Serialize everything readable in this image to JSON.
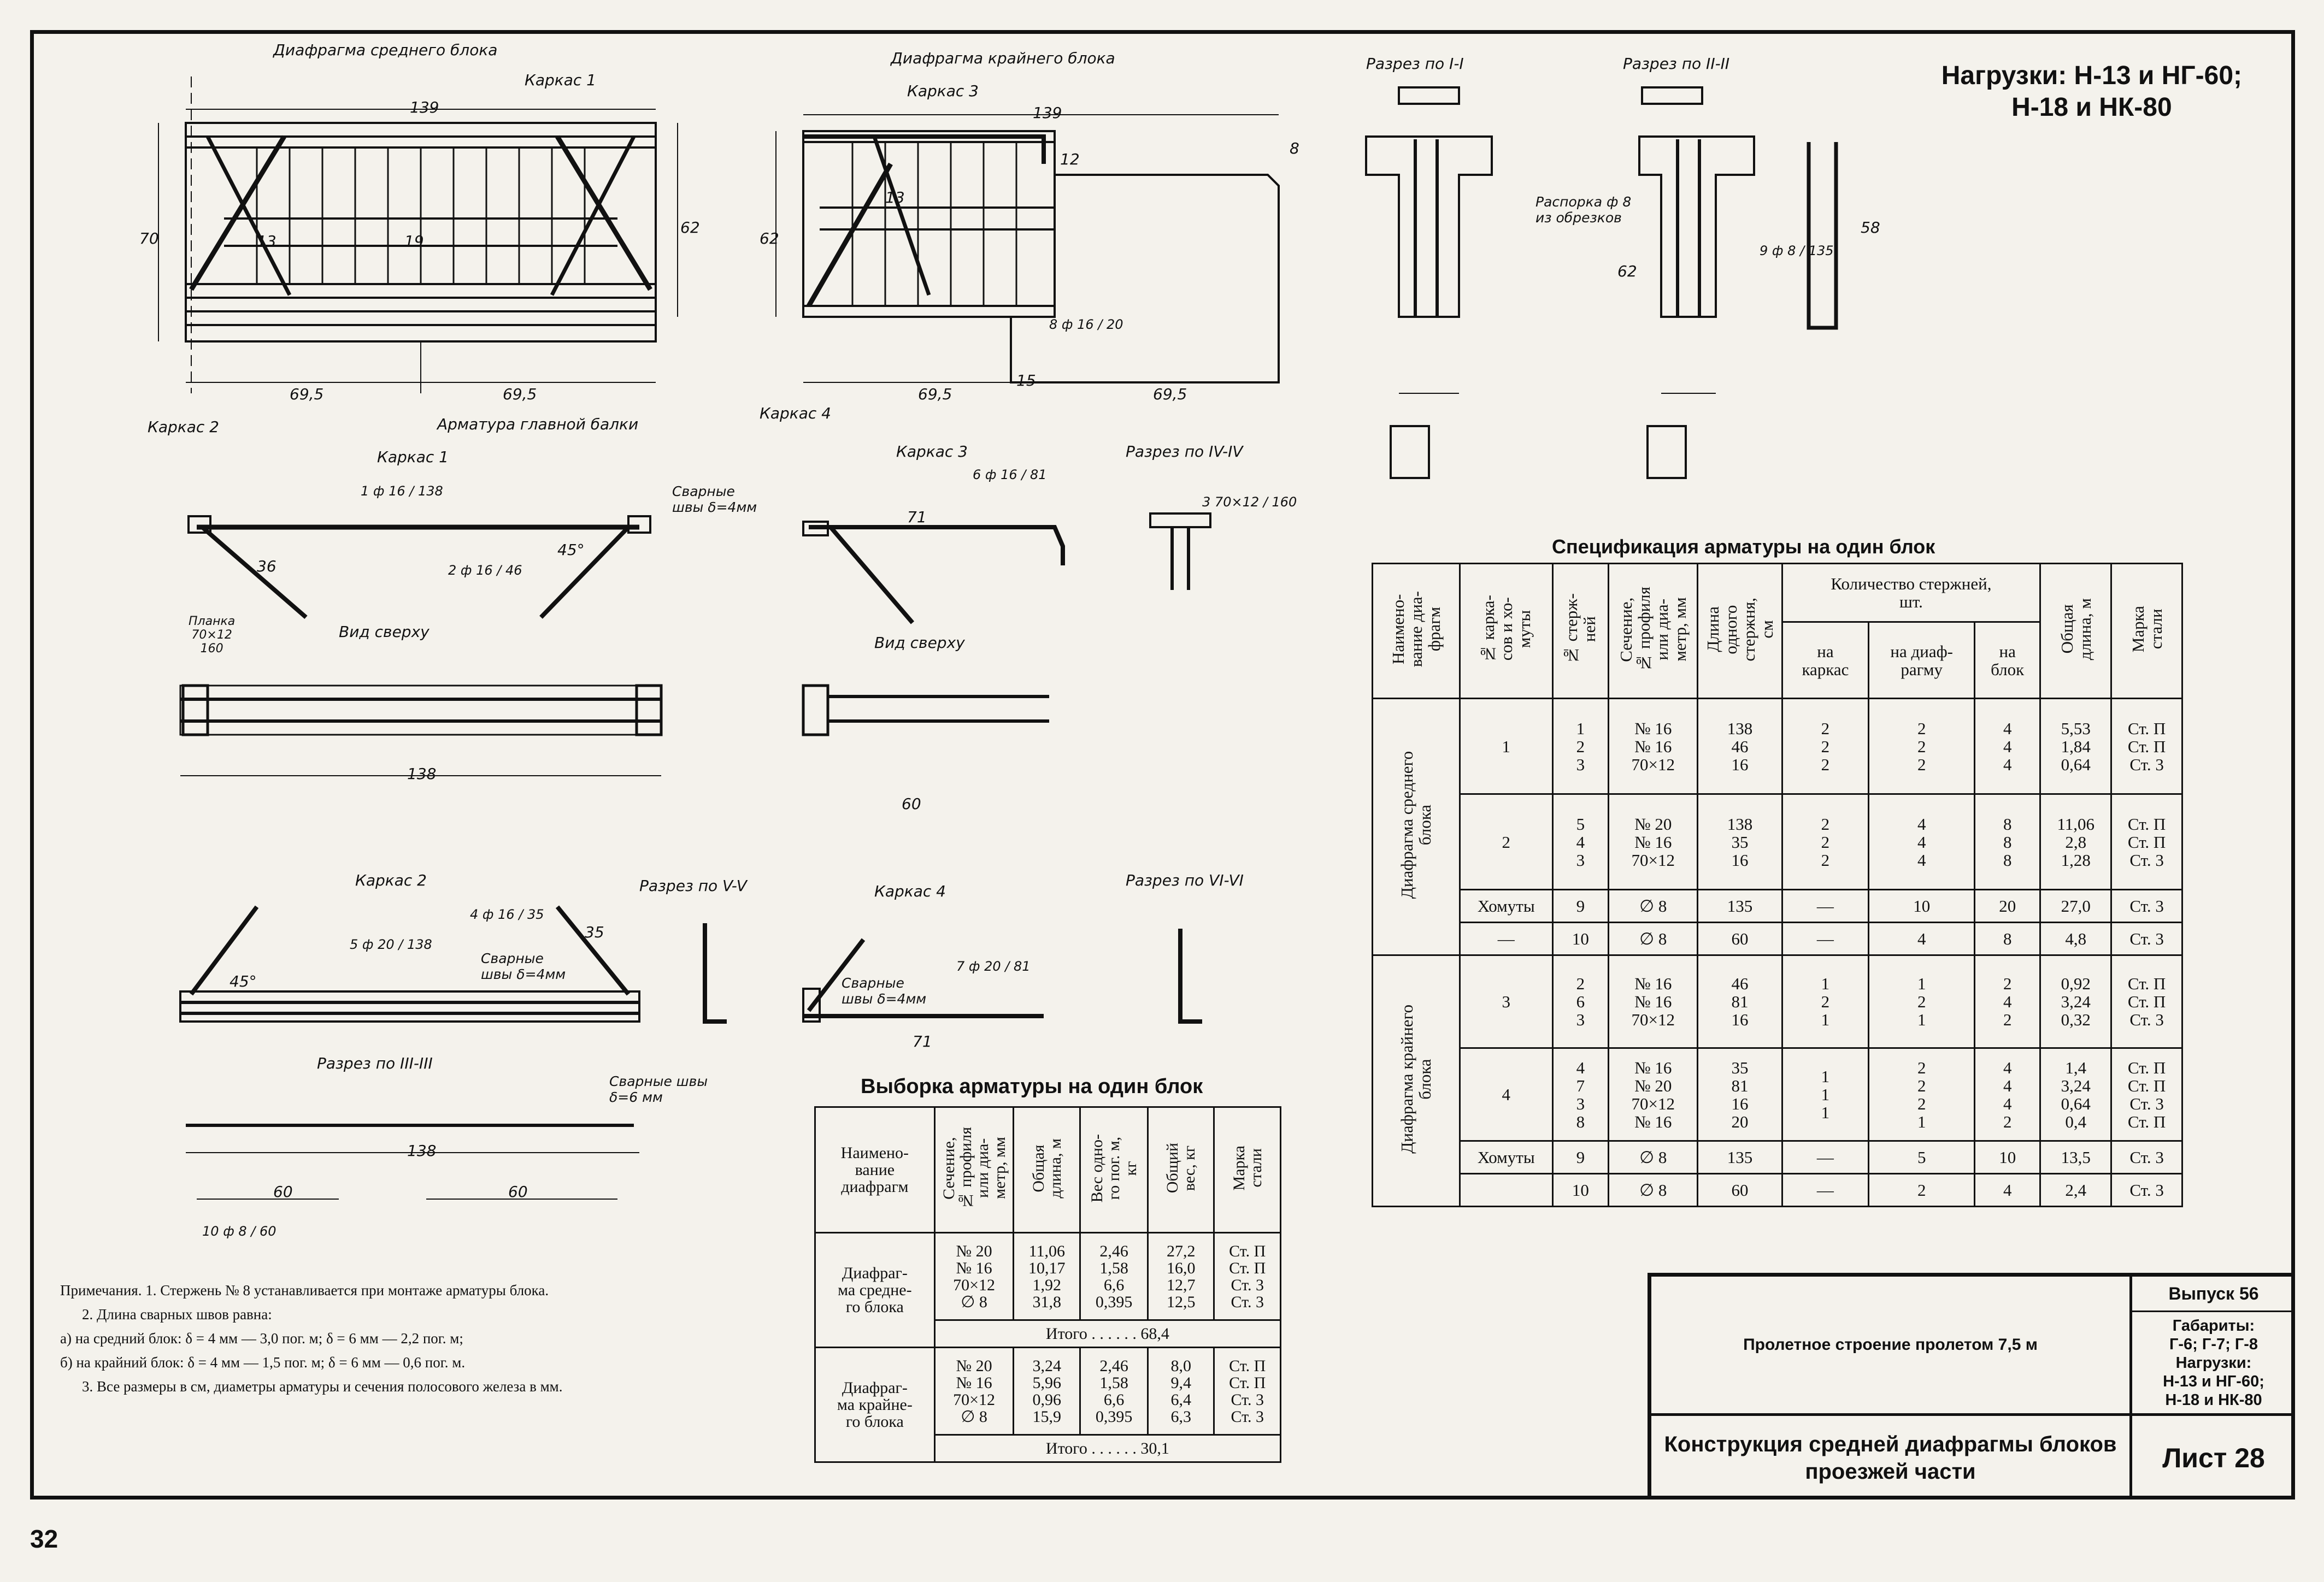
{
  "drawing": {
    "load_title": [
      "Нагрузки: Н-13 и НГ-60;",
      "Н-18 и НК-80"
    ],
    "view_titles": {
      "mid_diaphragm": "Диафрагма среднего блока",
      "edge_diaphragm": "Диафрагма крайнего блока",
      "section_1": "Разрез по I-I",
      "section_2": "Разрез по II-II",
      "frame1": "Каркас 1",
      "frame3": "Каркас 3",
      "section_4": "Разрез по IV-IV",
      "top_view_a": "Вид сверху",
      "top_view_b": "Вид сверху",
      "frame2": "Каркас 2",
      "section_5": "Разрез по V-V",
      "frame4": "Каркас 4",
      "section_6": "Разрез по VI-VI",
      "section_3": "Разрез по III-III"
    },
    "callouts": {
      "karkas1": "Каркас 1",
      "karkas2": "Каркас 2",
      "karkas3": "Каркас 3",
      "karkas4": "Каркас 4",
      "main_beam_rebar": "Арматура главной балки",
      "spacer": "Распорка ф 8\nиз обрезков",
      "weld_4": "Сварные\nшвы δ=4мм",
      "weld_4b": "Сварные\nшвы δ=4мм",
      "weld_4c": "Сварные\nшвы δ=4мм",
      "weld_6": "Сварные швы\nδ=6 мм",
      "plate": "Планка\n70×12\n160"
    },
    "dims": {
      "len139": "139",
      "len139b": "139",
      "half_a": "69,5",
      "half_b": "69,5",
      "half_c": "69,5",
      "half_d": "69,5",
      "h70": "70",
      "h62": "62",
      "h62b": "62",
      "h62c": "62",
      "d15": "15",
      "d8": "8",
      "d12": "12",
      "s13": "13",
      "s13b": "13",
      "s19": "19",
      "l138": "138",
      "l138b": "138",
      "l71": "71",
      "l71b": "71",
      "l60": "60",
      "l60b": "60",
      "l60c": "60",
      "l36": "36",
      "l35": "35",
      "l58": "58",
      "ang45": "45°",
      "ang45b": "45°"
    },
    "marks": [
      {
        "n": "1",
        "dia": "ф 16",
        "len": "138"
      },
      {
        "n": "2",
        "dia": "ф 16",
        "len": "46"
      },
      {
        "n": "3",
        "dia": "70×12",
        "len": "160"
      },
      {
        "n": "4",
        "dia": "ф 16",
        "len": "35"
      },
      {
        "n": "5",
        "dia": "ф 20",
        "len": "138"
      },
      {
        "n": "6",
        "dia": "ф 16",
        "len": "81"
      },
      {
        "n": "7",
        "dia": "ф 20",
        "len": "81"
      },
      {
        "n": "8",
        "dia": "ф 16",
        "len": "20"
      },
      {
        "n": "9",
        "dia": "ф 8",
        "len": "135"
      },
      {
        "n": "10",
        "dia": "ф 8",
        "len": "60"
      }
    ]
  },
  "spec_table": {
    "title": "Спецификация арматуры на один блок",
    "headers": {
      "name": "Наимено-\nвание диа-\nфрагм",
      "frame_no": "№ карка-\nсов и хо-\nмуты",
      "bar_no": "№ стерж-\nней",
      "section": "Сечение,\n№ профиля\nили диа-\nметр, мм",
      "bar_len": "Длина\nодного\nстержня,\nсм",
      "qty": "Количество стержней,\nшт.",
      "qty_frame": "на\nкаркас",
      "qty_diaphragm": "на диаф-\nрагму",
      "qty_block": "на\nблок",
      "total_len": "Общая\nдлина, м",
      "grade": "Марка\nстали"
    },
    "group_mid": "Диафрагма среднего\nблока",
    "group_edge": "Диафрагма крайнего\nблока",
    "rows": [
      {
        "frame": "1",
        "bars": "1\n2\n3",
        "sec": "№ 16\n№ 16\n70×12",
        "len": "138\n46\n16",
        "qf": "2\n2\n2",
        "qd": "2\n2\n2",
        "qb": "4\n4\n4",
        "tl": "5,53\n1,84\n0,64",
        "gr": "Ст. П\nСт. П\nСт. 3"
      },
      {
        "frame": "2",
        "bars": "5\n4\n3",
        "sec": "№ 20\n№ 16\n70×12",
        "len": "138\n35\n16",
        "qf": "2\n2\n2",
        "qd": "4\n4\n4",
        "qb": "8\n8\n8",
        "tl": "11,06\n2,8\n1,28",
        "gr": "Ст. П\nСт. П\nСт. 3"
      },
      {
        "frame": "Хомуты",
        "bars": "9",
        "sec": "∅ 8",
        "len": "135",
        "qf": "—",
        "qd": "10",
        "qb": "20",
        "tl": "27,0",
        "gr": "Ст. 3"
      },
      {
        "frame": "—",
        "bars": "10",
        "sec": "∅ 8",
        "len": "60",
        "qf": "—",
        "qd": "4",
        "qb": "8",
        "tl": "4,8",
        "gr": "Ст. 3"
      },
      {
        "frame": "3",
        "bars": "2\n6\n3",
        "sec": "№ 16\n№ 16\n70×12",
        "len": "46\n81\n16",
        "qf": "1\n2\n1",
        "qd": "1\n2\n1",
        "qb": "2\n4\n2",
        "tl": "0,92\n3,24\n0,32",
        "gr": "Ст. П\nСт. П\nСт. 3"
      },
      {
        "frame": "4",
        "bars": "4\n7\n3\n8",
        "sec": "№ 16\n№ 20\n70×12\n№ 16",
        "len": "35\n81\n16\n20",
        "qf": "1\n1\n1\n",
        "qd": "2\n2\n2\n1",
        "qb": "4\n4\n4\n2",
        "tl": "1,4\n3,24\n0,64\n0,4",
        "gr": "Ст. П\nСт. П\nСт. 3\nСт. П"
      },
      {
        "frame": "Хомуты",
        "bars": "9",
        "sec": "∅ 8",
        "len": "135",
        "qf": "—",
        "qd": "5",
        "qb": "10",
        "tl": "13,5",
        "gr": "Ст. 3"
      },
      {
        "frame": "",
        "bars": "10",
        "sec": "∅ 8",
        "len": "60",
        "qf": "—",
        "qd": "2",
        "qb": "4",
        "tl": "2,4",
        "gr": "Ст. 3"
      }
    ]
  },
  "sel_table": {
    "title": "Выборка арматуры на один блок",
    "headers": {
      "name": "Наимено-\nвание\nдиафрагм",
      "section": "Сечение,\n№ профиля\nили диа-\nметр, мм",
      "total_len": "Общая\nдлина, м",
      "unit_w": "Вес одно-\nго пог. м,\nкг",
      "total_w": "Общий\nвес, кг",
      "grade": "Марка\nстали"
    },
    "groups": [
      {
        "name": "Диафраг-\nма средне-\nго блока",
        "sec": "№ 20\n№ 16\n70×12\n∅ 8",
        "tl": "11,06\n10,17\n1,92\n31,8",
        "uw": "2,46\n1,58\n6,6\n0,395",
        "tw": "27,2\n16,0\n12,7\n12,5",
        "gr": "Ст. П\nСт. П\nСт. 3\nСт. 3",
        "total": "Итого . . . . . . 68,4"
      },
      {
        "name": "Диафраг-\nма крайне-\nго блока",
        "sec": "№ 20\n№ 16\n70×12\n∅ 8",
        "tl": "3,24\n5,96\n0,96\n15,9",
        "uw": "2,46\n1,58\n6,6\n0,395",
        "tw": "8,0\n9,4\n6,4\n6,3",
        "gr": "Ст. П\nСт. П\nСт. 3\nСт. 3",
        "total": "Итого . . . . . . 30,1"
      }
    ]
  },
  "notes": [
    "Примечания. 1. Стержень № 8 устанавливается при монтаже арматуры блока.",
    "2. Длина сварных швов равна:",
    "а) на средний блок: δ = 4 мм — 3,0 пог. м;  δ = 6 мм — 2,2 пог. м;",
    "б) на крайний блок: δ = 4 мм — 1,5 пог. м;  δ = 6 мм — 0,6 пог. м.",
    "3. Все размеры в см, диаметры арматуры и сечения полосового железа в мм."
  ],
  "stamp": {
    "span": "Пролетное строение пролетом 7,5 м",
    "issue": "Выпуск 56",
    "gauges": "Габариты:\nГ-6; Г-7; Г-8\nНагрузки:\nН-13 и НГ-60;\nН-18 и НК-80",
    "title": "Конструкция средней диафрагмы блоков\nпроезжей части",
    "sheet": "Лист 28"
  },
  "page_number": "32"
}
